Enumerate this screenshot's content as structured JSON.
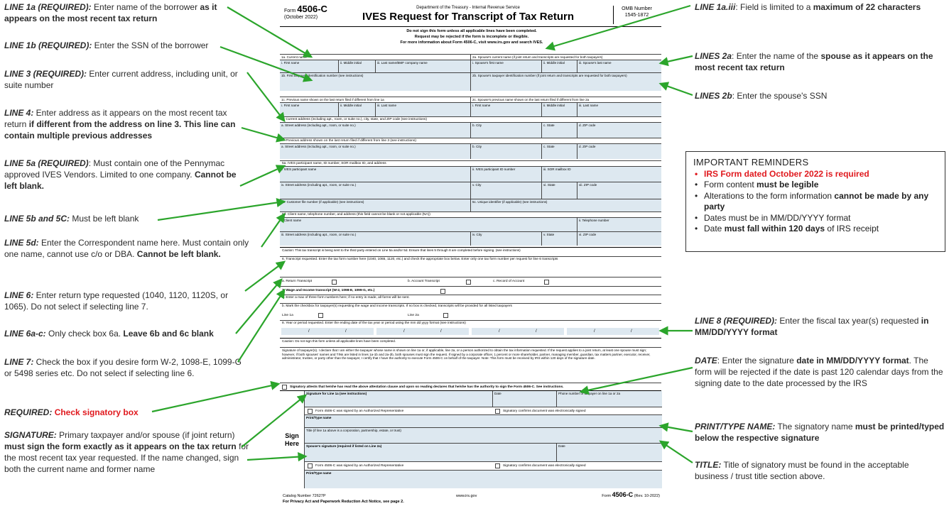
{
  "left": [
    {
      "label": "LINE 1a (REQUIRED):",
      "parts": [
        " Enter name of the borrower ",
        {
          "b": "as it appears on the most recent tax return"
        }
      ]
    },
    {
      "label": "LINE 1b (REQUIRED):",
      "parts": [
        " Enter the SSN of the borrower"
      ]
    },
    {
      "label": "LINE 3 (REQUIRED):",
      "parts": [
        " Enter current address, including unit, or suite number"
      ]
    },
    {
      "label": "LINE 4:",
      "parts": [
        " Enter address as it appears on the most recent tax return ",
        {
          "b": "if different from the address on line 3. This line can contain multiple previous addresses"
        }
      ]
    },
    {
      "label": "LINE 5a (REQUIRED)",
      "parts": [
        ": Must contain one of the Pennymac approved IVES Vendors. Limited to one company. ",
        {
          "b": "Cannot be left blank."
        }
      ]
    },
    {
      "label": "LINE 5b and 5C:",
      "parts": [
        "  Must be left blank"
      ]
    },
    {
      "label": "LINE 5d:",
      "parts": [
        " Enter the Correspondent name here. Must contain only one name, cannot use c/o or DBA. ",
        {
          "b": "Cannot be left blank."
        }
      ]
    },
    {
      "label": "LINE 6:",
      "parts": [
        " Enter return type requested (1040, 1120, 1120S, or 1065). Do not select if selecting line 7."
      ]
    },
    {
      "label": "LINE 6a-c:",
      "parts": [
        " Only check box 6a. ",
        {
          "b": "Leave 6b and 6c blank"
        }
      ]
    },
    {
      "label": "LINE 7:",
      "parts": [
        " Check the box if you desire form W-2, 1098-E, 1099-G or 5498 series etc. Do not select if selecting line 6."
      ]
    },
    {
      "label": "REQUIRED:",
      "parts": [
        "  ",
        {
          "r": "Check signatory box"
        }
      ]
    },
    {
      "label": "SIGNATURE:",
      "parts": [
        " Primary taxpayer and/or spouse (if joint return) ",
        {
          "b": "must sign the form exactly as it appears on the tax return"
        },
        " for the most recent tax year requested. If the name changed, sign both the current name and former name"
      ]
    }
  ],
  "right": [
    {
      "label": "LINE 1a.iii",
      "parts": [
        ": Field is limited to a ",
        {
          "b": "maximum of 22 characters"
        }
      ]
    },
    {
      "label": "LINES 2a",
      "parts": [
        ": Enter the name of the ",
        {
          "b": "spouse as it appears on the most recent tax return"
        }
      ]
    },
    {
      "label": "LINES 2b",
      "parts": [
        ": Enter the spouse's SSN"
      ]
    },
    {
      "label": "LINE 8 (REQUIRED):",
      "parts": [
        " Enter the fiscal tax year(s) requested ",
        {
          "b": "in MM/DD/YYYY format"
        }
      ]
    },
    {
      "label": "DATE",
      "parts": [
        ": Enter the signature ",
        {
          "b": "date in MM/DD/YYYY format"
        },
        ". The form will be rejected if the date is past 120 calendar days from the signing date to the date processed by the IRS"
      ]
    },
    {
      "label": "PRINT/TYPE NAME:",
      "parts": [
        " The signatory name ",
        {
          "b": "must be printed/typed below the respective signature"
        }
      ]
    },
    {
      "label": "TITLE:",
      "parts": [
        "  Title of signatory must be found in the acceptable business / trust title section above."
      ]
    }
  ],
  "reminders": {
    "title": "IMPORTANT REMINDERS",
    "items": [
      {
        "red": true,
        "parts": [
          {
            "b": "IRS Form dated October 2022 is required"
          }
        ]
      },
      {
        "parts": [
          "Form content ",
          {
            "b": "must be legible"
          }
        ]
      },
      {
        "parts": [
          "Alterations to the form information ",
          {
            "b": "cannot be made by any party"
          }
        ]
      },
      {
        "parts": [
          "Dates must be in MM/DD/YYYY format"
        ]
      },
      {
        "parts": [
          "Date ",
          {
            "b": "must fall within 120 days"
          },
          " of IRS receipt"
        ]
      }
    ]
  },
  "form": {
    "form_label": "Form",
    "form_number": "4506-C",
    "form_date": "(October 2022)",
    "department": "Department of the Treasury - Internal Revenue Service",
    "title": "IVES Request for Transcript of Tax Return",
    "omb_label": "OMB Number",
    "omb_number": "1545-1872",
    "note1": "Do not sign this form unless all applicable lines have been completed.",
    "note2": "Request may be rejected if the form is incomplete or illegible.",
    "note3": "For more information about Form 4506-C, visit www.irs.gov and search IVES.",
    "l1a": "1a. Current name",
    "l2a": "2a. Spouse's current name (if joint return and transcripts are requested for both taxpayers)",
    "first_name": "i. First name",
    "middle_initial": "ii. Middle initial",
    "last_name_bmf": "iii. Last name/BMF company name",
    "spouse_first": "i. Spouse's first name",
    "spouse_last": "iii. Spouse's last name",
    "l1b": "1b. First taxpayer identification number (see instructions)",
    "l2b": "2b. Spouse's taxpayer identification number (if joint return and transcripts are requested for both taxpayers)",
    "l1c": "1c. Previous name shown on the last return filed if different from line 1a",
    "l2c": "2c. Spouse's previous name shown on the last return filed if different from line 2a",
    "last_name": "iii. Last name",
    "l3": "3. Current address (including apt., room, or suite no.), city, state, and ZIP code (see instructions)",
    "street": "a. Street address (including apt., room, or suite no.)",
    "city": "b. City",
    "state": "c. State",
    "zip": "d. ZIP code",
    "l4": "4. Previous address shown on the last return filed if different from line 3 (see instructions)",
    "l5a": "5a. IVES participant name, ID number, SOR mailbox ID, and address",
    "ives_name": "i. IVES participant name",
    "ives_id": "ii. IVES participant ID number",
    "sor": "iii. SOR mailbox ID",
    "iv_street": "iv. Street address (including apt., room, or suite no.)",
    "v_city": "v. City",
    "vi_state": "vi. State",
    "vii_zip": "vii. ZIP code",
    "l5b": "5b. Customer file number (if applicable) (see instructions)",
    "l5c": "5c. Unique identifier (if applicable) (see instructions)",
    "l5d": "5d. Client name, telephone number, and address (this field cannot be blank or not applicable (NA))",
    "client_name": "i. Client name",
    "phone": "ii. Telephone number",
    "iii_street": "iii. Street address (including apt., room, or suite no.)",
    "iv_city": "iv. City",
    "v_state": "v. State",
    "vi_zip": "vi. ZIP code",
    "caution1": "Caution: This tax transcript is being sent to the third party entered on Line 5a and/or 5d. Ensure that lines 5 through 8 are completed before signing. (see instructions)",
    "l6": "6. Transcript requested. Enter the tax form number here (1040, 1065, 1120, etc.) and check the appropriate box below. Enter only one tax form number per request for line 6 transcripts",
    "l6a": "a. Return Transcript",
    "l6b": "b. Account Transcript",
    "l6c": "c. Record of Account",
    "l7": "7. Wage and Income transcript (W-2, 1098-E, 1099-G, etc.)",
    "l7a": "a. Enter a max of three form numbers here; if no entry is made, all forms will be sent.",
    "l7b": "b. Mark the checkbox for taxpayer(s) requesting the wage and income transcripts. If no box is checked, transcripts will be provided for all listed taxpayers",
    "line1a": "Line 1a",
    "line2a": "Line 2a",
    "l8": "8. Year or period requested. Enter the ending date of the tax year or period using the mm dd yyyy format (see instructions)",
    "caution2": "Caution: Do not sign this form unless all applicable lines have been completed.",
    "sig_text": "Signature of taxpayer(s). I declare that I am either the taxpayer whose name is shown on line 1a or, if applicable, line 2a, or a person authorized to obtain the tax information requested. If the request applies to a joint return, at least one spouse must sign; however, if both spouses' names and TINs are listed in lines 1a-1b and 2a-2b, both spouses must sign the request. If signed by a corporate officer, 1 percent or more shareholder, partner, managing member, guardian, tax matters partner, executor, receiver, administrator, trustee, or party other than the taxpayer, I certify that I have the authority to execute Form 4506-C on behalf of the taxpayer. Note: This form must be received by IRS within 120 days of the signature date.",
    "attest": "Signatory attests that he/she has read the above attestation clause and upon so reading declares that he/she has the authority to sign the Form 4506-C. See instructions.",
    "sig1": "Signature for Line 1a (see instructions)",
    "date": "Date",
    "phone_taxpayer": "Phone number of taxpayer on line 1a or 2a",
    "auth_rep": "Form 4506-C was signed by an Authorized Representative",
    "esigned": "Signatory confirms document was electronically signed",
    "print_name": "Print/Type name",
    "title_line": "Title (if line 1a above is a corporation, partnership, estate, or trust)",
    "spouse_sig": "Spouse's signature (required if listed on Line 2a)",
    "sign": "Sign",
    "here": "Here",
    "catalog": "Catalog Number 72627P",
    "website": "www.irs.gov",
    "form_rev_label": "Form",
    "form_rev_no": "4506-C",
    "form_rev": "(Rev. 10-2022)",
    "privacy": "For Privacy Act and Paperwork Reduction Act Notice, see page 2.",
    "date_slash": "/"
  },
  "colors": {
    "arrow": "#2ba52b",
    "red": "#e0191e",
    "fill": "#dde8f0"
  }
}
